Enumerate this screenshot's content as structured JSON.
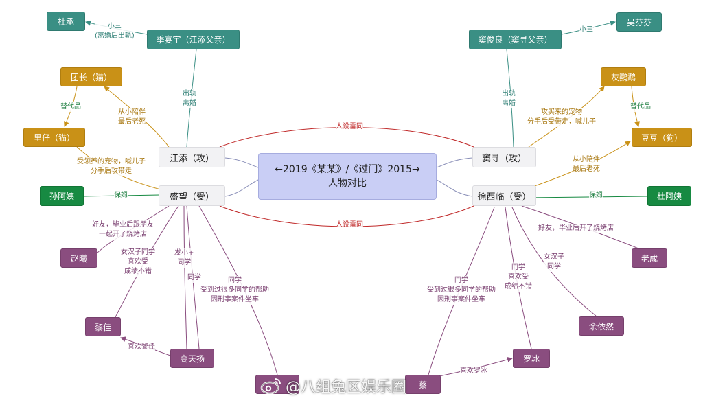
{
  "center": {
    "line1": "←2019《某某》/《过门》2015→",
    "line2": "人物对比"
  },
  "nodes": {
    "jiang_tian": "江添（攻）",
    "sheng_wang": "盛望（受）",
    "dou_xun": "窦寻（攻）",
    "xu_xilin": "徐西临（受）",
    "ji_yanyu": "季宴宇（江添父亲）",
    "du_cheng": "杜承",
    "tuanzhang": "团长（猫）",
    "lizai": "里仔（猫）",
    "sun_ayi": "孙阿姨",
    "zhao_xi": "赵曦",
    "li_jia": "黎佳",
    "gao_tianyang": "高天扬",
    "dou_junliang": "窦俊良（窦寻父亲）",
    "wu_fenfen": "吴芬芬",
    "huiluanluan": "灰鹦鹉",
    "doudou": "豆豆（狗）",
    "du_ayi": "杜阿姨",
    "lao_cheng": "老成",
    "yu_yiran": "余依然",
    "luo_bing": "罗冰",
    "bottom_left_stub": "",
    "bottom_right_stub": "蔡"
  },
  "edge_labels": {
    "xiaosan_left_1": "小三",
    "xiaosan_left_2": "(离婚后出轨)",
    "xiaosan_right": "小三",
    "chugui_left_1": "出轨",
    "chugui_left_2": "离婚",
    "chugui_right_1": "出轨",
    "chugui_right_2": "离婚",
    "tidaipin_left": "替代品",
    "tidaipin_right": "替代品",
    "xiaopeiban_left_1": "从小陪伴",
    "xiaopeiban_left_2": "最后老死",
    "xiaopeiban_right_1": "从小陪伴",
    "xiaopeiban_right_2": "最后老死",
    "lingyang_1": "受领养的宠物，喊儿子",
    "lingyang_2": "分手后攻带走",
    "maihui_1": "攻买来的宠物",
    "maihui_2": "分手后受带走，喊儿子",
    "baomu_left": "保姆",
    "baomu_right": "保姆",
    "renshe_top": "人设雷同",
    "renshe_bottom": "人设雷同",
    "zhao_xi_1": "好友，毕业后跟朋友",
    "zhao_xi_2": "一起开了烧烤店",
    "li_jia_1": "女汉子同学",
    "li_jia_2": "喜欢受",
    "li_jia_3": "成绩不错",
    "faxiao_1": "发小+",
    "faxiao_2": "同学",
    "tongxue_gao": "同学",
    "help_left_1": "同学",
    "help_left_2": "受到过很多同学的帮助",
    "help_left_3": "因刑事案件坐牢",
    "xihuan_lijia": "喜欢黎佳",
    "help_right_1": "同学",
    "help_right_2": "受到过很多同学的帮助",
    "help_right_3": "因刑事案件坐牢",
    "luo_bing_1": "同学",
    "luo_bing_2": "喜欢受",
    "luo_bing_3": "成绩不错",
    "yu_yiran_1": "女汉子",
    "yu_yiran_2": "同学",
    "lao_cheng_1": "好友，毕业后开了烧烤店",
    "xihuan_luobing": "喜欢罗冰"
  },
  "watermark": "@八组兔区娱乐圈",
  "colors": {
    "teal": "#3a8f84",
    "orange": "#c99117",
    "green": "#178a42",
    "purple": "#8a4d7f",
    "center_fill": "#c9cef5",
    "link_red": "#c02a2a"
  }
}
